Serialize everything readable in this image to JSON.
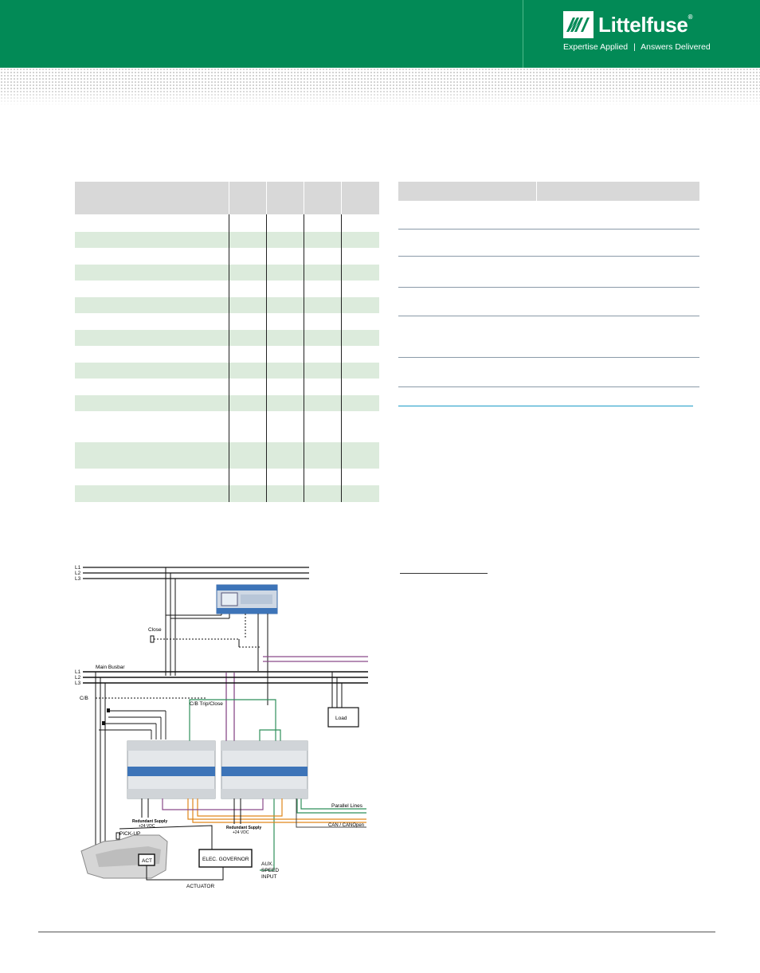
{
  "brand": {
    "name": "Littelfuse",
    "registered": "®",
    "tagline_left": "Expertise Applied",
    "tagline_sep": "|",
    "tagline_right": "Answers Delivered",
    "color_primary": "#028a56",
    "color_banner_divider": "#4fb98a"
  },
  "diagram": {
    "lines_top": [
      "L1",
      "L2",
      "L3"
    ],
    "close": "Close",
    "main_busbar": "Main Busbar",
    "lines_bus": [
      "L1",
      "L2",
      "L3"
    ],
    "cb": "C/B",
    "cb_trip_close": "C/B Trip/Close",
    "load": "Load",
    "redundant_supply_1": "Redundant Supply",
    "redundant_supply_1_v": "+24 VDC",
    "redundant_supply_2": "Redundant Supply",
    "redundant_supply_2_v": "+24 VDC",
    "parallel_lines": "Parallel Lines",
    "can": "CAN / CANOpen",
    "pickup": "PICK-UP",
    "act": "ACT",
    "elec_governor": "ELEC. GOVERNOR",
    "aux": "AUX.",
    "speed": "SPEED",
    "input": "INPUT",
    "actuator": "ACTUATOR",
    "icons": [
      "lightning-mark-icon",
      "terminal-block-icon",
      "generator-icon"
    ]
  }
}
